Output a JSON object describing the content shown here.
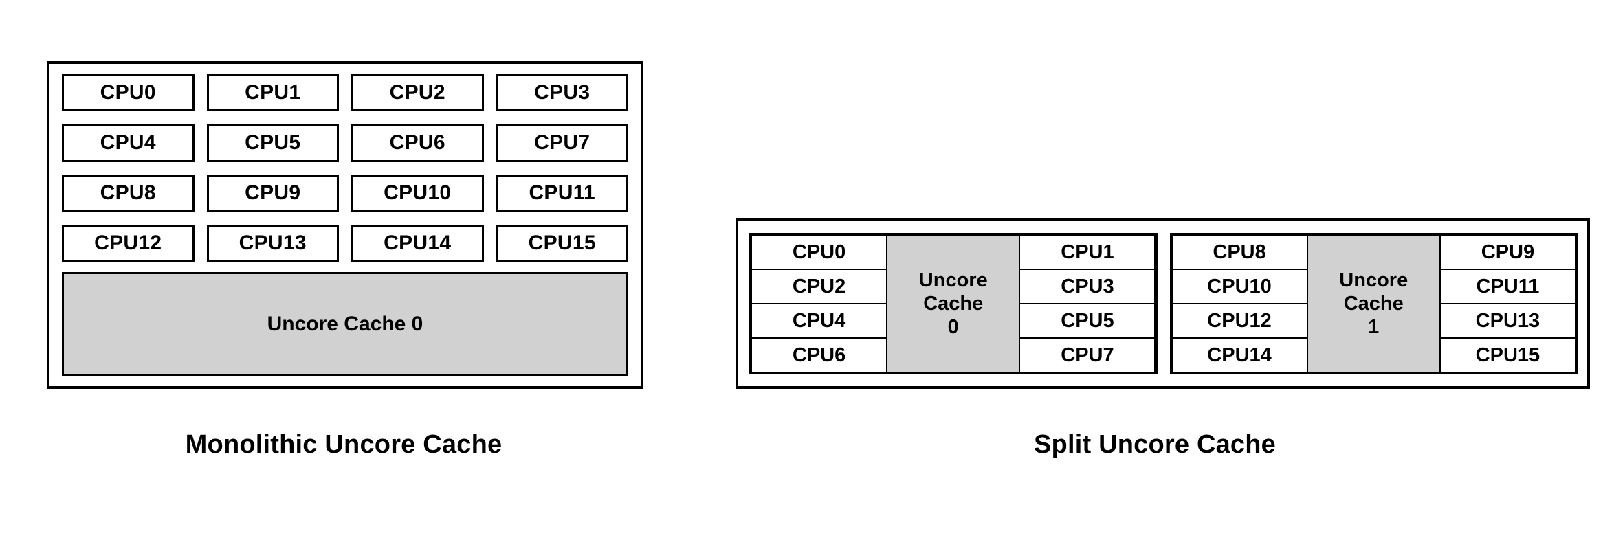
{
  "colors": {
    "background": "#ffffff",
    "line": "#000000",
    "cache_fill": "#d1d1d1",
    "cpu_fill": "#ffffff"
  },
  "monolithic": {
    "caption": "Monolithic Uncore Cache",
    "cpus": [
      "CPU0",
      "CPU1",
      "CPU2",
      "CPU3",
      "CPU4",
      "CPU5",
      "CPU6",
      "CPU7",
      "CPU8",
      "CPU9",
      "CPU10",
      "CPU11",
      "CPU12",
      "CPU13",
      "CPU14",
      "CPU15"
    ],
    "uncore_cache": "Uncore Cache 0"
  },
  "split": {
    "caption": "Split Uncore Cache",
    "groups": [
      {
        "left_cpus": [
          "CPU0",
          "CPU2",
          "CPU4",
          "CPU6"
        ],
        "right_cpus": [
          "CPU1",
          "CPU3",
          "CPU5",
          "CPU7"
        ],
        "cache_line1": "Uncore",
        "cache_line2": "Cache",
        "cache_line3": "0"
      },
      {
        "left_cpus": [
          "CPU8",
          "CPU10",
          "CPU12",
          "CPU14"
        ],
        "right_cpus": [
          "CPU9",
          "CPU11",
          "CPU13",
          "CPU15"
        ],
        "cache_line1": "Uncore",
        "cache_line2": "Cache",
        "cache_line3": "1"
      }
    ]
  }
}
